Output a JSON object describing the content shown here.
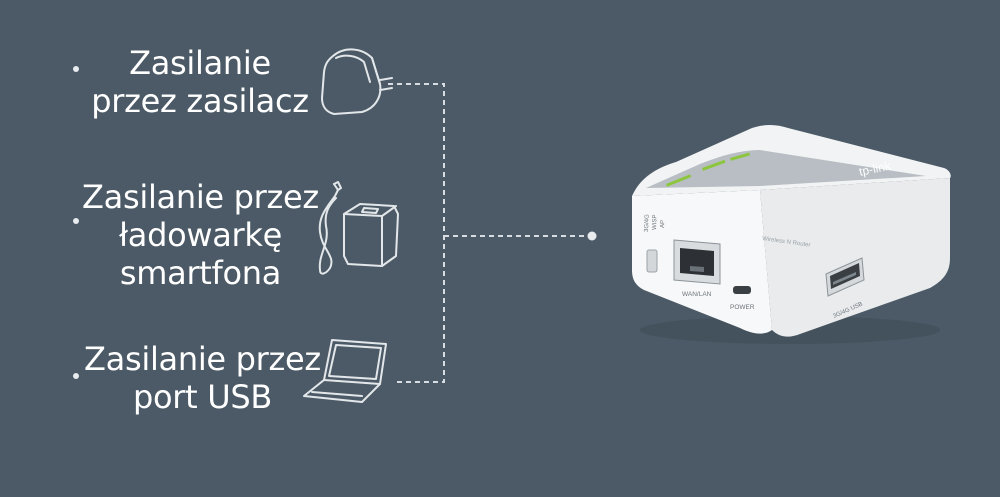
{
  "options": [
    {
      "lines": [
        "Zasilanie",
        "przez zasilacz"
      ],
      "icon": "wall-adapter-icon"
    },
    {
      "lines": [
        "Zasilanie przez",
        "ładowarkę",
        "smartfona"
      ],
      "icon": "phone-charger-icon"
    },
    {
      "lines": [
        "Zasilanie przez",
        "port USB"
      ],
      "icon": "laptop-icon"
    }
  ],
  "router": {
    "brand": "tp-link",
    "mode_labels": [
      "3G/4G",
      "WISP",
      "AP"
    ],
    "port_labels": {
      "wan_lan": "WAN/LAN",
      "power": "POWER",
      "usb": "3G/4G USB"
    },
    "model_text": "Wireless N Router"
  },
  "colors": {
    "background": "#4b5a66",
    "text": "#ffffff",
    "lines": "#d7dde2",
    "led_green": "#8cc63f"
  }
}
